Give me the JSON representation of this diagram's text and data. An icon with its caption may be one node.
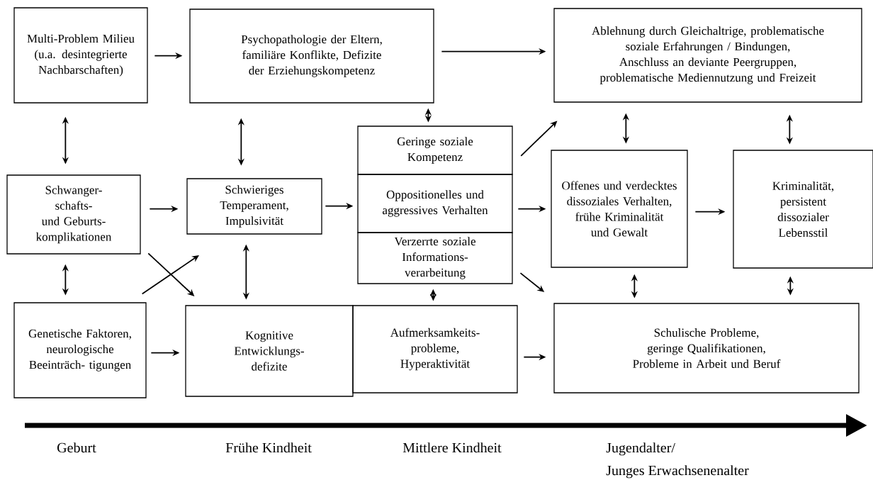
{
  "diagram": {
    "nodes": [
      {
        "text": [
          "Multi-Problem Milieu (u.a. desintegrierte Nachbarschaften)"
        ]
      },
      {
        "text": [
          "Psychopathologie der Eltern, familiäre Konflikte, Defizite der Erziehungskompetenz"
        ]
      },
      {
        "text": [
          "Ablehnung durch Gleichaltrige, problematische soziale Erfahrungen / Bindungen, Anschluss an deviante Peergruppen, problematische Mediennutzung und Freizeit"
        ]
      },
      {
        "text": [
          "Geringe soziale Kompetenz"
        ]
      },
      {
        "text": [
          "Oppositionelles und aggressives Verhalten"
        ]
      },
      {
        "text": [
          "Verzerrte soziale Informations- verarbeitung"
        ]
      },
      {
        "text": [
          "Schwanger- schafts- und Geburts- komplikationen"
        ]
      },
      {
        "text": [
          "Schwieriges Temperament, Impulsivität"
        ]
      },
      {
        "text": [
          "Offenes und verdecktes dissoziales Verhalten, frühe Kriminalität und Gewalt"
        ]
      },
      {
        "text": [
          "Kriminalität, persistent dissozialer Lebensstil"
        ]
      },
      {
        "text": [
          "Genetische Faktoren, neurologische Beeinträch- tigungen"
        ]
      },
      {
        "text": [
          "Kognitive Entwicklungs- defizite"
        ]
      },
      {
        "text": [
          "Aufmerksamkeits- probleme, Hyperaktivität"
        ]
      },
      {
        "text": [
          "Schulische Probleme, geringe Qualifikationen, Probleme in Arbeit und Beruf"
        ]
      }
    ],
    "edges": [
      {
        "from": 0,
        "to": 1,
        "arrow": "to"
      },
      {
        "from": 1,
        "to": 2,
        "arrow": "to"
      },
      {
        "from": 0,
        "to": 6,
        "arrow": "both"
      },
      {
        "from": 1,
        "to": 7,
        "arrow": "both"
      },
      {
        "from": 1,
        "to": 3,
        "arrow": "both"
      },
      {
        "from": 3,
        "to": 2,
        "arrow": "to"
      },
      {
        "from": 2,
        "to": 8,
        "arrow": "both"
      },
      {
        "from": 2,
        "to": 9,
        "arrow": "both"
      },
      {
        "from": 6,
        "to": 7,
        "arrow": "to"
      },
      {
        "from": 7,
        "to": 4,
        "arrow": "to"
      },
      {
        "from": 4,
        "to": 8,
        "arrow": "to"
      },
      {
        "from": 8,
        "to": 9,
        "arrow": "to"
      },
      {
        "from": 6,
        "to": 10,
        "arrow": "both"
      },
      {
        "from": 6,
        "to": 11,
        "arrow": "to"
      },
      {
        "from": 10,
        "to": 7,
        "arrow": "to"
      },
      {
        "from": 7,
        "to": 11,
        "arrow": "both"
      },
      {
        "from": 5,
        "to": 12,
        "arrow": "both"
      },
      {
        "from": 10,
        "to": 11,
        "arrow": "to"
      },
      {
        "from": 5,
        "to": 13,
        "arrow": "to"
      },
      {
        "from": 12,
        "to": 13,
        "arrow": "to"
      },
      {
        "from": 8,
        "to": 13,
        "arrow": "both"
      },
      {
        "from": 9,
        "to": 13,
        "arrow": "both"
      }
    ],
    "labels": [
      "Geburt",
      "Frühe Kindheit",
      "Mittlere Kindheit",
      "Jugendalter/ Junges Erwachsenenalter"
    ]
  }
}
